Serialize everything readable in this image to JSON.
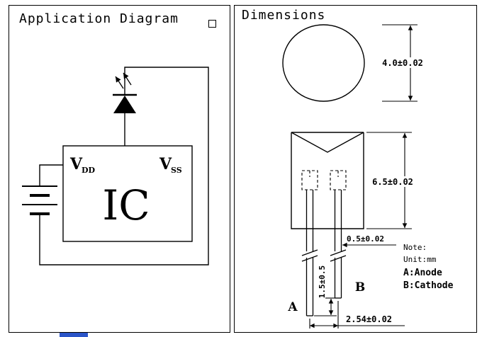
{
  "app": {
    "left_title": "Application Diagram",
    "right_title": "Dimensions"
  },
  "circuit": {
    "vdd_v": "V",
    "vdd_sub": "DD",
    "vss_v": "V",
    "vss_sub": "SS",
    "ic_label": "IC"
  },
  "dimensions": {
    "diameter": "4.0±0.02",
    "body_height": "6.5±0.02",
    "lead_width": "0.5±0.02",
    "lead_tip": "1.5±0.5",
    "pitch": "2.54±0.02",
    "label_a": "A",
    "label_b": "B"
  },
  "note": {
    "title": "Note:",
    "unit": "Unit:mm",
    "anode": "A:Anode",
    "cathode": "B:Cathode"
  },
  "colors": {
    "ink": "#000000",
    "background": "#ffffff",
    "taskbar_blue": "#2b55c8"
  }
}
